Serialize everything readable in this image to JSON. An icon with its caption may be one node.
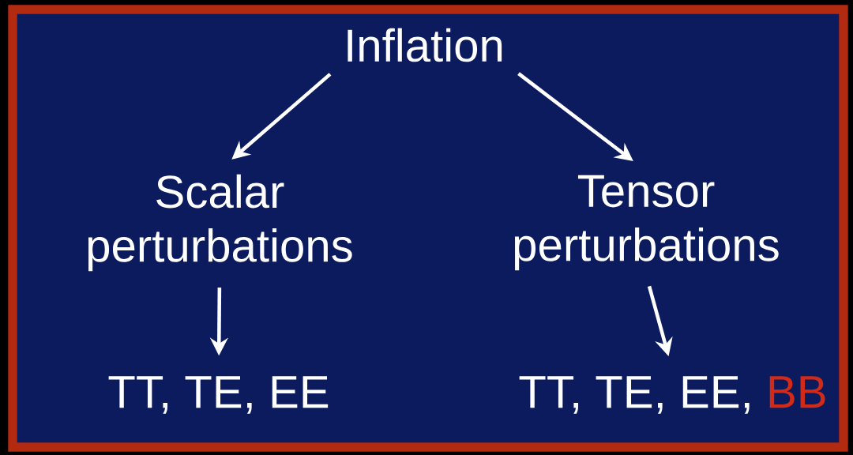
{
  "diagram": {
    "nodes": [
      {
        "text": [
          "Inflation"
        ]
      },
      {
        "text": [
          "Scalar perturbations"
        ]
      },
      {
        "text": [
          "Tensor perturbations"
        ]
      },
      {
        "text": [
          "TT, TE, EE"
        ]
      },
      {
        "text": [
          "TT, TE, EE,",
          "BB"
        ]
      }
    ],
    "edges": [
      {
        "from": 0,
        "to": 1,
        "arrow": "to"
      },
      {
        "from": 0,
        "to": 2,
        "arrow": "to"
      },
      {
        "from": 1,
        "to": 3,
        "arrow": "to"
      },
      {
        "from": 2,
        "to": 4,
        "arrow": "to"
      }
    ]
  }
}
